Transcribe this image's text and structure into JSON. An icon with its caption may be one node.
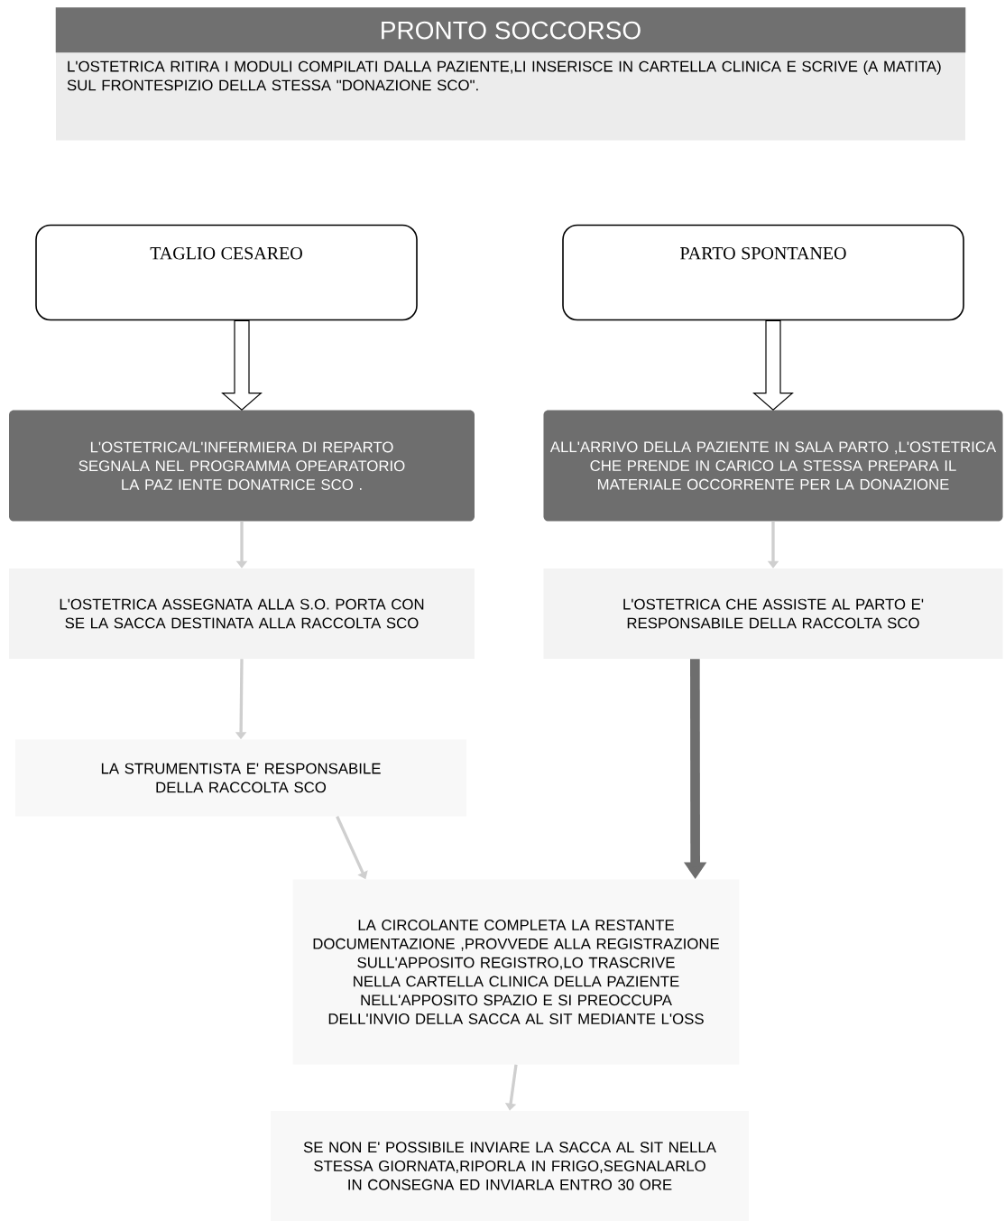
{
  "diagram": {
    "nodes": [
      {
        "text": [
          "PRONTO SOCCORSO",
          "L'OSTETRICA RITIRA I MODULI COMPILATI DALLA PAZIENTE,LI INSERISCE IN CARTELLA CLINICA E SCRIVE (A MATITA) SUL FRONTESPIZIO DELLA STESSA \"DONAZIONE SCO\"."
        ]
      },
      {
        "text": [
          "TAGLIO CESAREO"
        ]
      },
      {
        "text": [
          "PARTO SPONTANEO"
        ]
      },
      {
        "text": [
          "L'OSTETRICA/L'INFERMIERA DI REPARTO SEGNALA NEL PROGRAMMA OPEARATORIO LA PAZ IENTE DONATRICE SCO ."
        ]
      },
      {
        "text": [
          "ALL'ARRIVO DELLA PAZIENTE IN SALA PARTO ,L'OSTETRICA CHE PRENDE IN CARICO LA STESSA PREPARA IL MATERIALE OCCORRENTE PER LA DONAZIONE"
        ]
      },
      {
        "text": [
          "L'OSTETRICA ASSEGNATA ALLA S.O. PORTA CON SE LA SACCA DESTINATA ALLA RACCOLTA SCO"
        ]
      },
      {
        "text": [
          "L'OSTETRICA CHE ASSISTE AL PARTO E' RESPONSABILE DELLA RACCOLTA SCO"
        ]
      },
      {
        "text": [
          "LA STRUMENTISTA E' RESPONSABILE DELLA RACCOLTA SCO"
        ]
      },
      {
        "text": [
          "LA CIRCOLANTE COMPLETA LA RESTANTE DOCUMENTAZIONE ,PROVVEDE ALLA REGISTRAZIONE SULL'APPOSITO REGISTRO,LO TRASCRIVE NELLA CARTELLA CLINICA DELLA PAZIENTE NELL'APPOSITO SPAZIO E SI PREOCCUPA DELL'INVIO DELLA SACCA AL SIT MEDIANTE L'OSS"
        ]
      },
      {
        "text": [
          "SE NON E' POSSIBILE INVIARE LA SACCA AL SIT NELLA STESSA GIORNATA,RIPORLA IN FRIGO,SEGNALARLO IN CONSEGNA ED INVIARLA ENTRO 30 ORE"
        ]
      }
    ],
    "edges": [
      {
        "from": 1,
        "to": 3,
        "arrow": "to",
        "color": "#000000"
      },
      {
        "from": 2,
        "to": 4,
        "arrow": "to",
        "color": "#000000"
      },
      {
        "from": 3,
        "to": 5,
        "arrow": "to"
      },
      {
        "from": 4,
        "to": 6,
        "arrow": "to"
      },
      {
        "from": 5,
        "to": 7,
        "arrow": "to"
      },
      {
        "from": 7,
        "to": 8,
        "arrow": "to"
      },
      {
        "from": 6,
        "to": 8,
        "arrow": "to",
        "style": "thick",
        "color": "#6e6e6e"
      },
      {
        "from": 8,
        "to": 9,
        "arrow": "to"
      }
    ]
  }
}
